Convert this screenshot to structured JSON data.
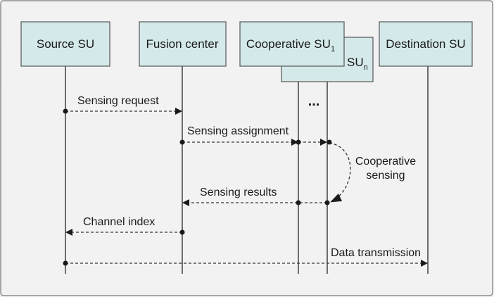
{
  "diagram": {
    "participants": {
      "source": "Source SU",
      "fusion": "Fusion center",
      "coop1": "Cooperative SU",
      "coop1_sub": "1",
      "coopn": "SU",
      "coopn_sub": "n",
      "dest": "Destination SU"
    },
    "ellipsis": "...",
    "messages": {
      "sensing_request": "Sensing request",
      "sensing_assignment": "Sensing assignment",
      "cooperative_sensing_line1": "Cooperative",
      "cooperative_sensing_line2": "sensing",
      "sensing_results": "Sensing results",
      "channel_index": "Channel index",
      "data_transmission": "Data transmission"
    },
    "colors": {
      "box_fill": "#d4e9ea",
      "box_stroke": "#555555",
      "background": "#f2f2f2",
      "border": "#8c8c8c",
      "line": "#333333"
    }
  }
}
